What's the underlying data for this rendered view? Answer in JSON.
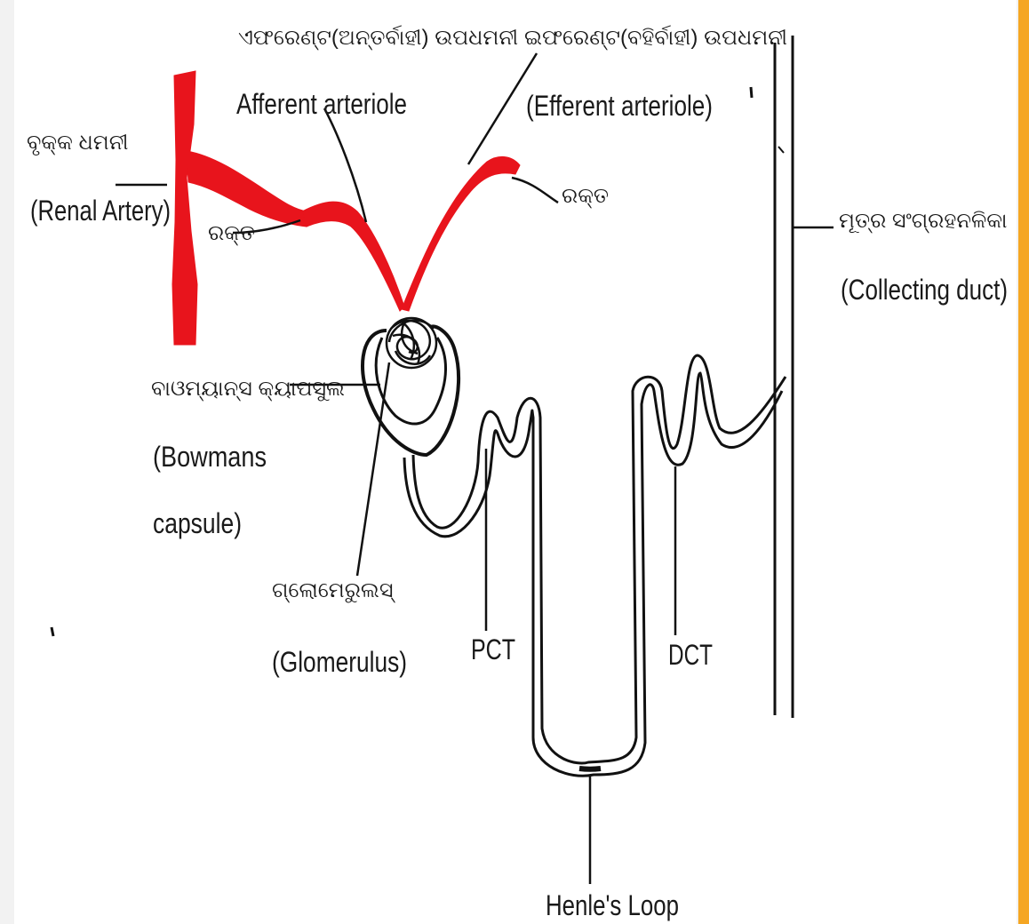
{
  "colors": {
    "background": "#f2f2f2",
    "panel": "#ffffff",
    "accent": "#f5a623",
    "vessel": "#e8141c",
    "line": "#111111"
  },
  "labels": {
    "renal_artery_or": "ବୃକ୍କ ଧମନୀ",
    "renal_artery_en": "(Renal Artery)",
    "afferent_or": "ଏଫରେଣ୍ଟ(ଅନ୍ତର୍ବାହୀ) ଉପଧମନୀ",
    "afferent_en": "Afferent arteriole",
    "efferent_or": "ଇଫରେଣ୍ଟ(ବହିର୍ବାହୀ) ଉପଧମନୀ",
    "efferent_en": "(Efferent arteriole)",
    "blood_left": "ରକ୍ତ",
    "blood_right": "ରକ୍ତ",
    "collecting_or": "ମୂତ୍ର ସଂଗ୍ରହନଳିକା",
    "collecting_en": "(Collecting duct)",
    "bowmans_or": "ବାଓମ୍ୟାନ୍ସ କ୍ୟାପସୁଲ",
    "bowmans_en_1": "(Bowmans",
    "bowmans_en_2": "capsule)",
    "glomerulus_or": "ଗ୍ଲୋମେରୁଲସ୍",
    "glomerulus_en": "(Glomerulus)",
    "pct": "PCT",
    "dct": "DCT",
    "henle": "Henle's Loop"
  }
}
